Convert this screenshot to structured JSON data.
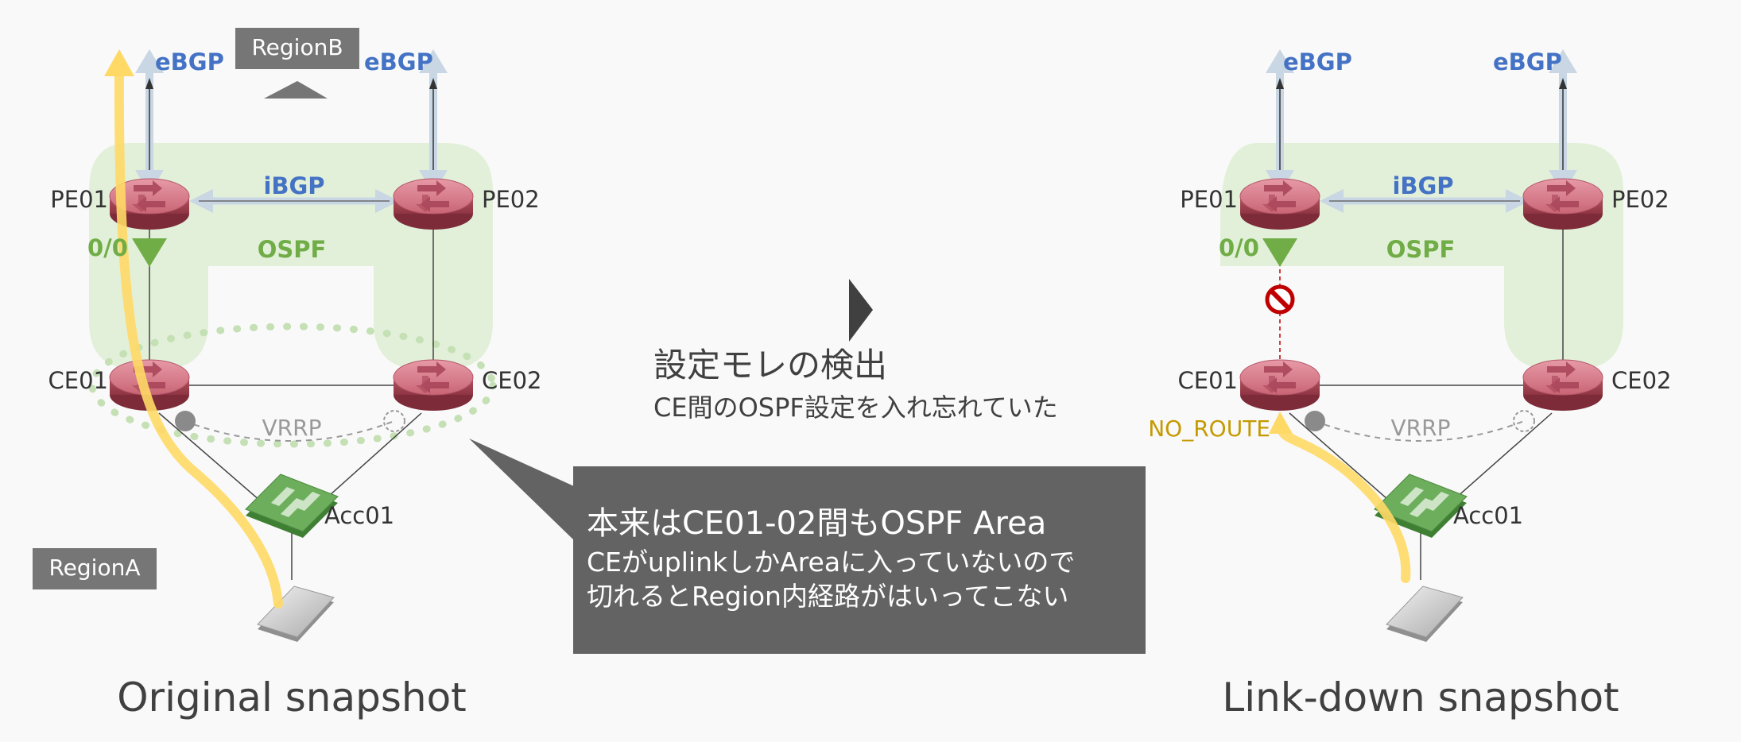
{
  "colors": {
    "background": "#f9f9f9",
    "ospf_area": "#e2f0d9",
    "ospf_text": "#70ad47",
    "bgp_text": "#4472c4",
    "bgp_arrow": "#c9d6e3",
    "trace_path": "#ffd966",
    "router_body": "#c96575",
    "switch_body": "#5a9d4a",
    "region_box": "#767676",
    "callout_box": "#636363",
    "no_route_text": "#c59a00",
    "block_icon": "#c00000"
  },
  "original": {
    "caption": "Original snapshot",
    "region_a": "RegionA",
    "region_b": "RegionB",
    "ebgp_left": "eBGP",
    "ebgp_right": "eBGP",
    "ibgp": "iBGP",
    "ospf": "OSPF",
    "default_route": "0/0",
    "vrrp": "VRRP",
    "pe01": "PE01",
    "pe02": "PE02",
    "ce01": "CE01",
    "ce02": "CE02",
    "acc01": "Acc01"
  },
  "linkdown": {
    "caption": "Link-down snapshot",
    "ebgp_left": "eBGP",
    "ebgp_right": "eBGP",
    "ibgp": "iBGP",
    "ospf": "OSPF",
    "default_route": "0/0",
    "vrrp": "VRRP",
    "no_route": "NO_ROUTE",
    "pe01": "PE01",
    "pe02": "PE02",
    "ce01": "CE01",
    "ce02": "CE02",
    "acc01": "Acc01"
  },
  "finding": {
    "title": "設定モレの検出",
    "subtitle": "CE間のOSPF設定を入れ忘れていた"
  },
  "callout": {
    "title": "本来はCE01-02間もOSPF Area",
    "line1": "CEがuplinkしかAreaに入っていないので",
    "line2": "切れるとRegion内経路がはいってこない"
  },
  "icons": {
    "router": "router-icon",
    "switch": "l2-switch-icon",
    "server": "server-icon",
    "block": "no-entry-icon",
    "next": "triangle-right-icon"
  }
}
